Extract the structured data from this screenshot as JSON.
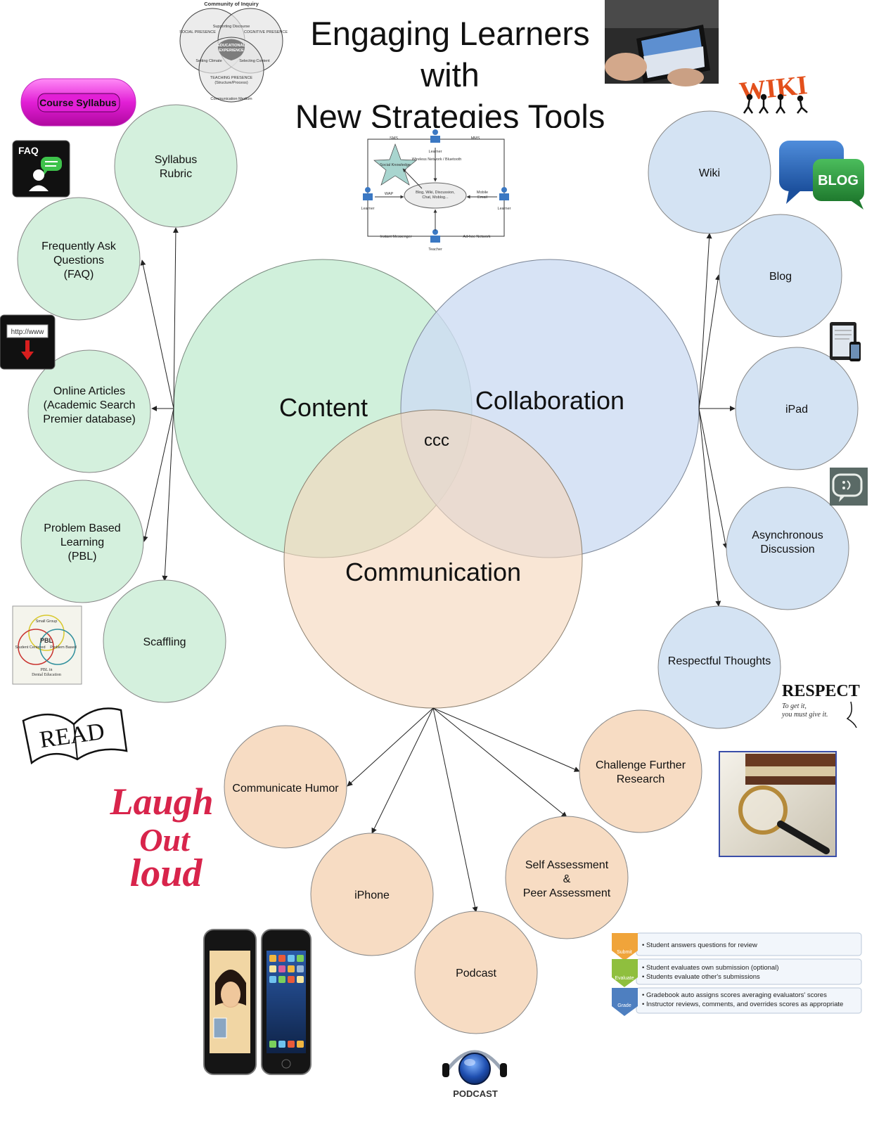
{
  "title": {
    "line1": "Engaging Learners",
    "line2": "with",
    "line3": "New Strategies Tools"
  },
  "venn": {
    "content": "Content",
    "collaboration": "Collaboration",
    "communication": "Communication",
    "center": "ccc"
  },
  "content_nodes": {
    "syllabus_line1": "Syllabus",
    "syllabus_line2": "Rubric",
    "faq_line1": "Frequently Ask",
    "faq_line2": "Questions",
    "faq_line3": "(FAQ)",
    "articles_line1": "Online Articles",
    "articles_line2": "(Academic Search",
    "articles_line3": "Premier database)",
    "pbl_line1": "Problem Based",
    "pbl_line2": "Learning",
    "pbl_line3": "(PBL)",
    "scaffling": "Scaffling"
  },
  "collab_nodes": {
    "wiki": "Wiki",
    "blog": "Blog",
    "ipad": "iPad",
    "async_line1": "Asynchronous",
    "async_line2": "Discussion",
    "respect": "Respectful Thoughts"
  },
  "comm_nodes": {
    "humor": "Communicate Humor",
    "iphone": "iPhone",
    "podcast": "Podcast",
    "self_line1": "Self Assessment",
    "self_line2": "&",
    "self_line3": "Peer Assessment",
    "research_line1": "Challenge Further",
    "research_line2": "Research"
  },
  "images": {
    "coi_title": "Community of Inquiry",
    "coi_social": "SOCIAL PRESENCE",
    "coi_cognitive": "COGNITIVE PRESENCE",
    "coi_center_1": "EDUCATIONAL",
    "coi_center_2": "EXPERIENCE",
    "coi_supporting": "Supporting Discourse",
    "coi_climate": "Setting Climate",
    "coi_selecting": "Selecting Content",
    "coi_teaching_1": "TEACHING PRESENCE",
    "coi_teaching_2": "(Structure/Process)",
    "coi_medium": "Communication Medium",
    "syllabus_button": "Course Syllabus",
    "faq_icon": "FAQ",
    "http_label": "http://www",
    "wiki_logo": "WIKI",
    "blog_logo": "BLOG",
    "pbl_small_group": "Small Group",
    "pbl_center": "PBL",
    "pbl_student": "Student Centered",
    "pbl_problem": "Problem Based",
    "pbl_caption_1": "PBL in",
    "pbl_caption_2": "Dental Education",
    "read_logo": "READ",
    "laugh_1": "Laugh",
    "laugh_2": "Out",
    "laugh_3": "loud",
    "respect_title": "RESPECT",
    "respect_sub_1": "To get it,",
    "respect_sub_2": "you must give it.",
    "podcast_label": "PODCAST",
    "net_sms": "SMS",
    "net_mms": "MMS",
    "net_learner_top": "Learner",
    "net_wireless": "Wireless Network / Bluetooth",
    "net_social": "Social Knowledge",
    "net_wap": "WAP",
    "net_cloud_1": "Blog, Wiki, Discussion,",
    "net_cloud_2": "Chat, Moblog...",
    "net_mobile_email_1": "Mobile",
    "net_mobile_email_2": "Email",
    "net_learner_left": "Learner",
    "net_learner_right": "Learner",
    "net_im": "Instant Messenger",
    "net_adhoc": "Ad-hoc Network",
    "net_teacher": "Teacher",
    "review_step1": "Submit",
    "review_step2": "Evaluate",
    "review_step3": "Grade",
    "review_text1": "• Student answers questions for review",
    "review_text2a": "• Student evaluates own submission (optional)",
    "review_text2b": "• Students evaluate other's submissions",
    "review_text3a": "• Gradebook auto assigns scores averaging evaluators' scores",
    "review_text3b": "• Instructor reviews, comments, and overrides scores as appropriate"
  },
  "colors": {
    "green_node": "#d4f0dd",
    "blue_node": "#d4e3f3",
    "peach_node": "#f7dcc3",
    "venn_green": "#cbeed7",
    "venn_blue": "#cddcf2",
    "venn_peach": "#f5d6bb",
    "magenta": "#e21fd6",
    "laugh_red": "#d8244b"
  }
}
